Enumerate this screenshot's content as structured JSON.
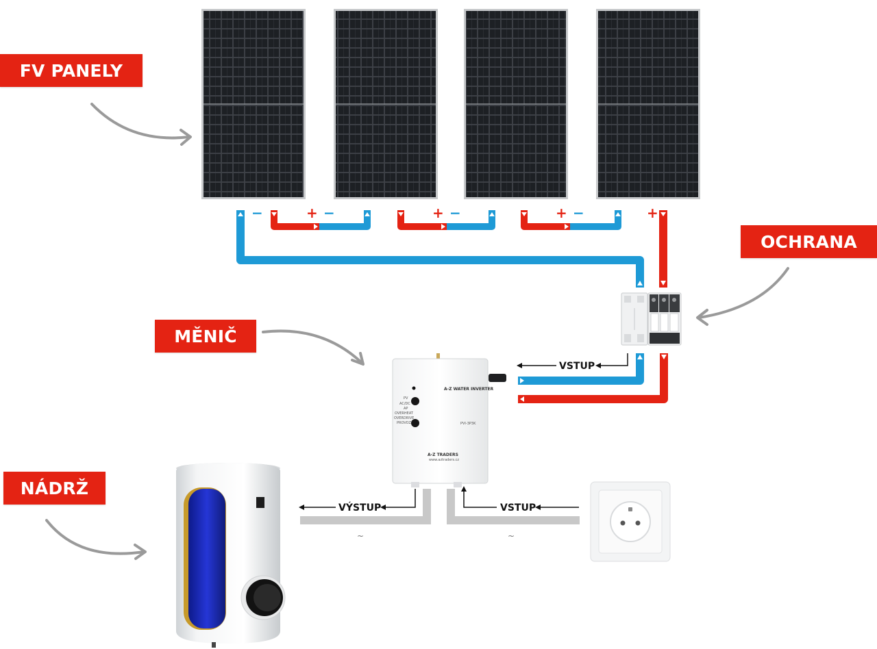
{
  "labels": {
    "panels": "FV PANELY",
    "protection": "OCHRANA",
    "inverter": "MĚNIČ",
    "tank": "NÁDRŽ"
  },
  "flows": {
    "input_dc": "VSTUP",
    "output": "VÝSTUP",
    "input_ac": "VSTUP"
  },
  "polarity": {
    "plus": "+",
    "minus": "−"
  },
  "inverter_device": {
    "title": "A-Z WATER INVERTER",
    "model": "PVI-3P3K",
    "brand": "A-Z TRADERS",
    "website": "www.aztraders.cz",
    "leds": [
      "PV",
      "AC/DC",
      "AP",
      "OVERHEAT",
      "OVERDRIVE",
      "PROVOZ"
    ]
  },
  "colors": {
    "label_bg": "#e42313",
    "positive_wire": "#e42313",
    "negative_wire": "#1e9ad6",
    "ac_wire": "#c8c8c8"
  },
  "icons": {
    "panel": "solar-panel-icon",
    "protection": "surge-protection-icon",
    "inverter": "inverter-box-icon",
    "tank": "water-heater-icon",
    "socket": "power-socket-icon"
  }
}
